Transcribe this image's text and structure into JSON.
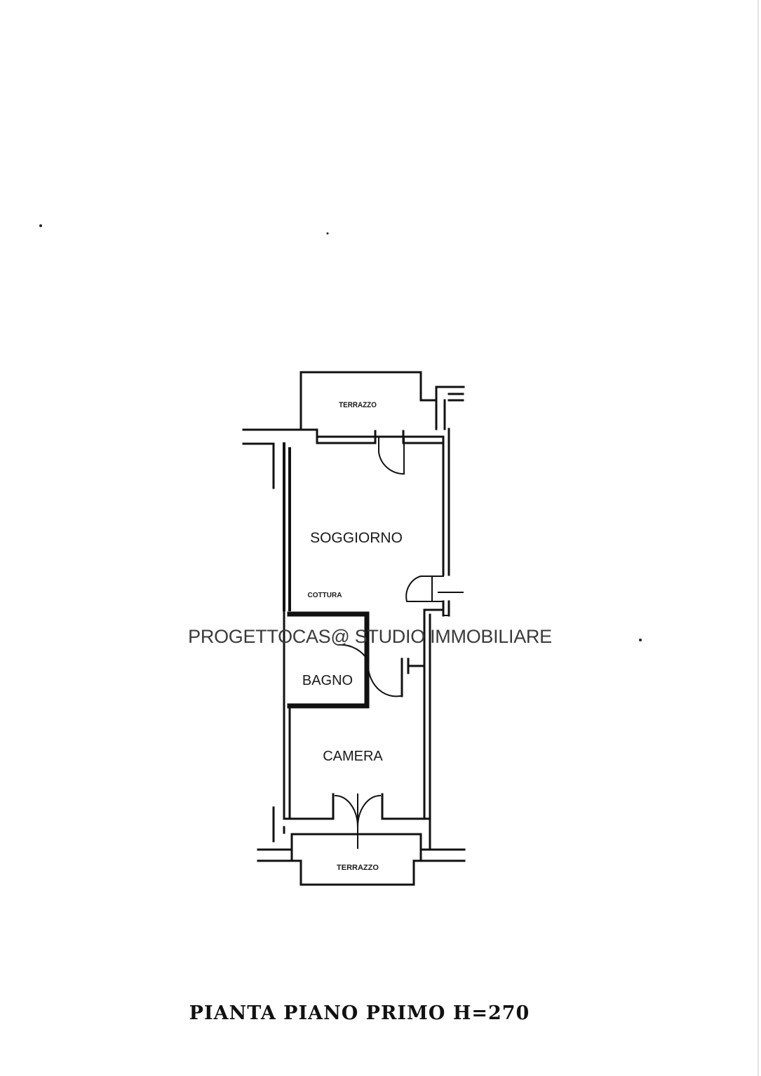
{
  "plan": {
    "rooms": {
      "terrace_top": "TERRAZZO",
      "living": "SOGGIORNO",
      "kitchenette": "COTTURA",
      "bath": "BAGNO",
      "bedroom": "CAMERA",
      "terrace_bottom": "TERRAZZO"
    },
    "watermark": "PROGETTOCAS@ STUDIO IMMOBILIARE",
    "title": "PIANTA PIANO PRIMO H=270"
  }
}
